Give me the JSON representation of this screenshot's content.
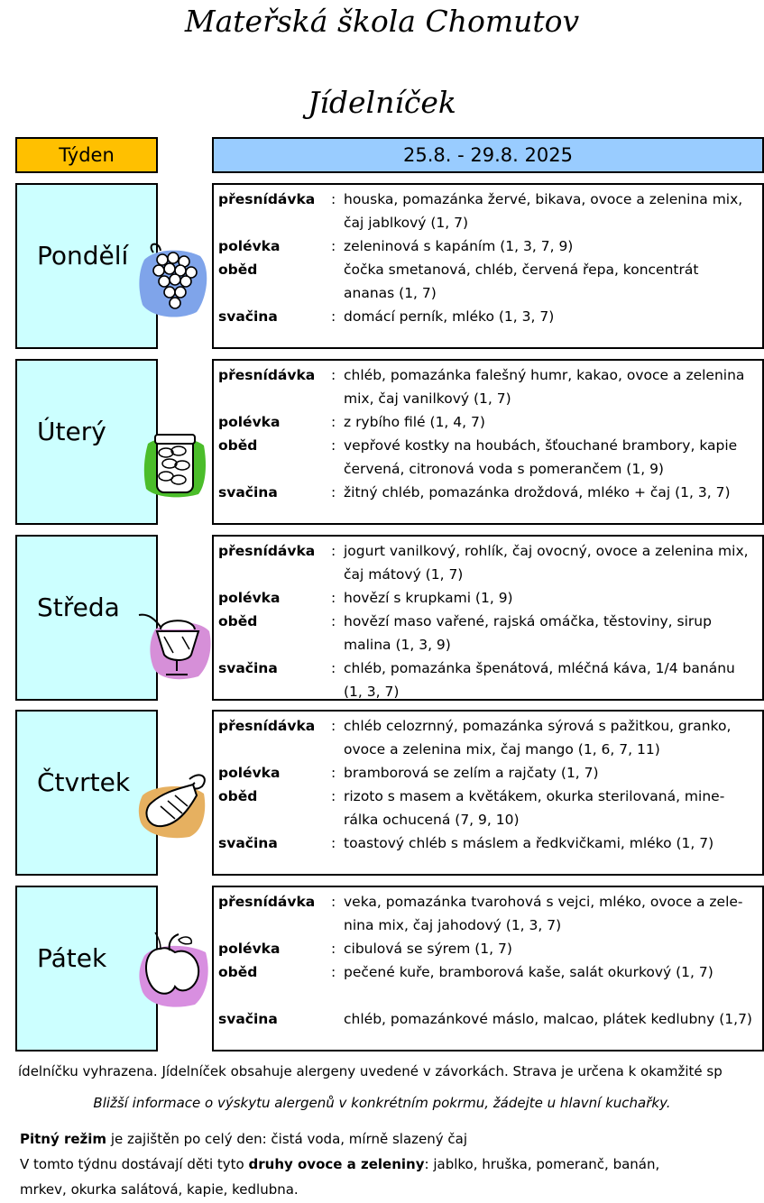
{
  "header": {
    "school": "Mateřská škola Chomutov",
    "title": "Jídelníček"
  },
  "week": {
    "label": "Týden",
    "dates": "25.8. - 29.8. 2025"
  },
  "labels": {
    "snack": "přesnídávka",
    "soup": "polévka",
    "lunch": "oběd",
    "afternoon": "svačina"
  },
  "days": [
    {
      "name": "Pondělí",
      "icon": "grapes-icon",
      "snack": [
        "houska, pomazánka žervé, bikava, ovoce a zelenina mix,",
        "čaj jablkový (1, 7)"
      ],
      "soup": "zeleninová s kapáním (1, 3, 7, 9)",
      "lunch": [
        "čočka smetanová, chléb, červená řepa, koncentrát",
        "ananas (1, 7)"
      ],
      "afternoon": "domácí perník, mléko (1, 3, 7)"
    },
    {
      "name": "Úterý",
      "icon": "pickle-jar-icon",
      "snack": [
        "chléb, pomazánka falešný humr, kakao, ovoce a zelenina",
        "mix, čaj vanilkový (1, 7)"
      ],
      "soup": "z rybího filé (1, 4, 7)",
      "lunch": [
        "vepřové kostky na houbách, šťouchané brambory, kapie",
        "červená, citronová voda s pomerančem (1, 9)"
      ],
      "afternoon": "žitný chléb, pomazánka droždová, mléko + čaj (1, 3, 7)"
    },
    {
      "name": "Středa",
      "icon": "dessert-glass-icon",
      "snack": [
        "jogurt vanilkový, rohlík, čaj ovocný, ovoce a zelenina mix,",
        "čaj mátový (1, 7)"
      ],
      "soup": "hovězí s krupkami (1, 9)",
      "lunch": [
        "hovězí maso vařené, rajská omáčka, těstoviny, sirup",
        "malina (1, 3, 9)"
      ],
      "afternoon": [
        "chléb, pomazánka špenátová, mléčná káva, 1/4 banánu",
        "(1, 3, 7)"
      ]
    },
    {
      "name": "Čtvrtek",
      "icon": "cornucopia-icon",
      "snack": [
        "chléb celozrnný, pomazánka sýrová s pažitkou, granko,",
        "ovoce a zelenina mix, čaj mango (1, 6, 7, 11)"
      ],
      "soup": "bramborová se zelím a rajčaty (1, 7)",
      "lunch": [
        "rizoto s masem a květákem, okurka sterilovaná, mine-",
        "rálka ochucená (7, 9, 10)"
      ],
      "afternoon": "toastový chléb s máslem a ředkvičkami, mléko (1, 7)"
    },
    {
      "name": "Pátek",
      "icon": "apples-icon",
      "snack": [
        "veka, pomazánka tvarohová s vejci, mléko, ovoce a zele-",
        "nina mix, čaj jahodový (1, 3, 7)"
      ],
      "soup": "cibulová se sýrem (1, 7)",
      "lunch": "pečené kuře, bramborová kaše, salát okurkový (1, 7)",
      "afternoon": "chléb, pomazánkové máslo, malcao, plátek kedlubny (1,7)"
    }
  ],
  "footer": {
    "notice": "ídelníčku vyhrazena. Jídelníček obsahuje alergeny uvedené v závorkách. Strava je určena k okamžité sp",
    "allergen_info": "Bližší informace o výskytu alergenů v konkrétním pokrmu, žádejte u hlavní kuchařky.",
    "drink_bold": "Pitný režim",
    "drink_rest": " je zajištěn po celý den: čistá voda, mírně slazený čaj",
    "fruit_pre": "V tomto týdnu dostávají děti tyto ",
    "fruit_bold": "druhy ovoce a zeleniny",
    "fruit_rest": ": jablko, hruška, pomeranč, banán,",
    "fruit_line2": "mrkev, okurka salátová, kapie, kedlubna."
  },
  "colors": {
    "week_label_bg": "#ffc000",
    "week_dates_bg": "#99ccff",
    "day_bg": "#ccffff"
  }
}
